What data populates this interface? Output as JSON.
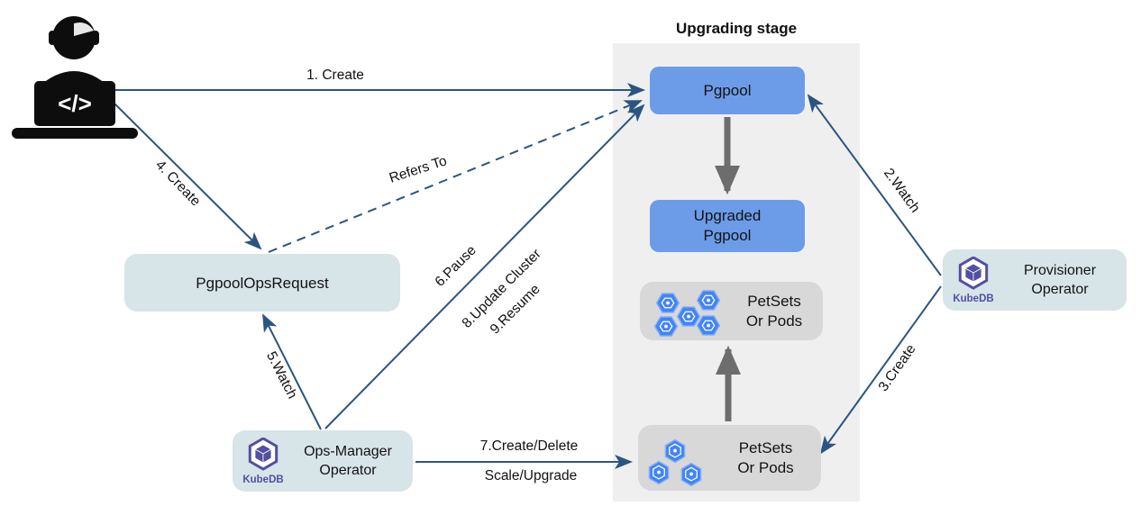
{
  "stage": {
    "title": "Upgrading stage"
  },
  "nodes": {
    "developer": {
      "icon": "developer-laptop-icon",
      "code_glyph": "</>"
    },
    "pgpool": {
      "label": "Pgpool"
    },
    "upgraded_pgpool": {
      "line1": "Upgraded",
      "line2": "Pgpool"
    },
    "petsets_upgraded": {
      "line1": "PetSets",
      "line2": "Or Pods",
      "icon": "pod-hexagon-cluster-icon",
      "pod_count": 5
    },
    "petsets_current": {
      "line1": "PetSets",
      "line2": "Or Pods",
      "icon": "pod-hexagon-cluster-icon",
      "pod_count": 3
    },
    "pgpool_ops_request": {
      "label": "PgpoolOpsRequest"
    },
    "ops_manager": {
      "line1": "Ops-Manager",
      "line2": "Operator",
      "logo_text": "KubeDB",
      "icon": "kubedb-logo"
    },
    "provisioner": {
      "line1": "Provisioner",
      "line2": "Operator",
      "logo_text": "KubeDB",
      "icon": "kubedb-logo"
    }
  },
  "edges": {
    "create_1": "1. Create",
    "watch_2": "2.Watch",
    "create_3": "3.Create",
    "create_4": "4. Create",
    "watch_5": "5.Watch",
    "pause_6": "6.Pause",
    "create_delete_7": "7.Create/Delete",
    "scale_upgrade_7": "Scale/Upgrade",
    "update_cluster_8": "8.Update Cluster",
    "resume_9": "9.Resume",
    "refers_to": "Refers To"
  },
  "colors": {
    "arrow": "#2b5580",
    "thick_arrow": "#6d6d6d",
    "blue_node": "#6c9ce8",
    "operator_node": "#d7e4e8",
    "petsets_node": "#d8d8d8",
    "stage_panel": "#efefef",
    "pod_hexagon": "#4285f4",
    "kubedb_purple": "#524fa1",
    "label_text": "#111111"
  }
}
